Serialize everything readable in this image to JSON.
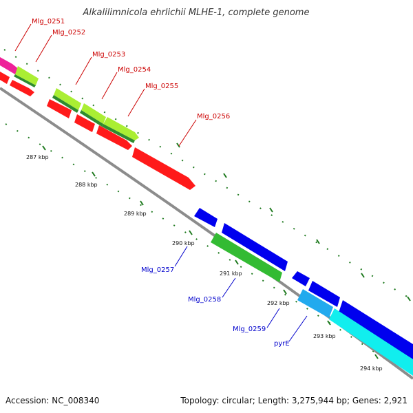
{
  "title": "Alkalilimnicola ehrlichii MLHE-1, complete genome",
  "footer": {
    "accession": "Accession: NC_008340",
    "topology": "Topology: circular; Length: 3,275,944 bp; Genes: 2,921"
  },
  "colors": {
    "backbone": "#8c8c8c",
    "tick": "#1f7a1f",
    "forward_label": "#cc0000",
    "reverse_label": "#0000cc",
    "red_gene": "#ff1a1a",
    "blue_gene": "#0000ee",
    "green_gene": "#33bb33",
    "lime_gene": "#aaee33",
    "cyan_gene": "#11eeee",
    "light_blue_gene": "#22aaee",
    "pink_gene": "#ee2299"
  },
  "ticks": [
    {
      "label": "287 kbp"
    },
    {
      "label": "288 kbp"
    },
    {
      "label": "289 kbp"
    },
    {
      "label": "290 kbp"
    },
    {
      "label": "291 kbp"
    },
    {
      "label": "292 kbp"
    },
    {
      "label": "293 kbp"
    },
    {
      "label": "294 kbp"
    }
  ],
  "gene_labels": {
    "forward": [
      "Mlg_0251",
      "Mlg_0252",
      "Mlg_0253",
      "Mlg_0254",
      "Mlg_0255",
      "Mlg_0256"
    ],
    "reverse": [
      "Mlg_0257",
      "Mlg_0258",
      "Mlg_0259",
      "pyrE"
    ]
  }
}
